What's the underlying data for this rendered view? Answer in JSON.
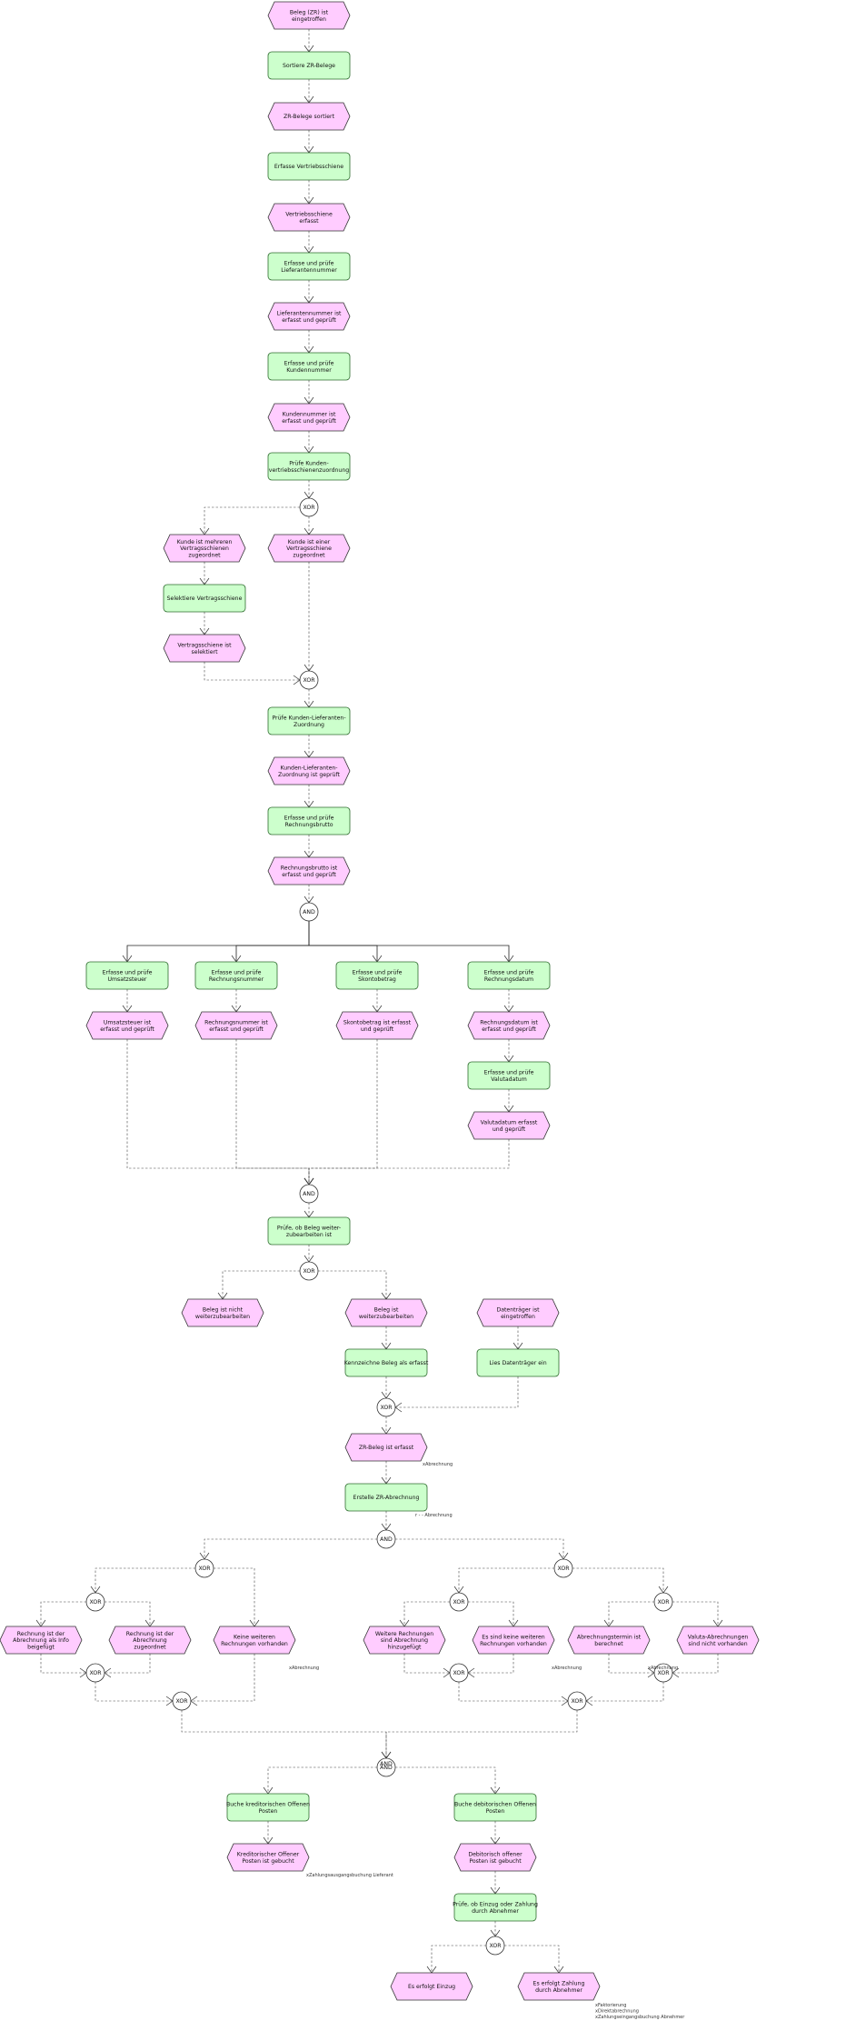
{
  "diagram": {
    "events": {
      "e_beleg": [
        "Beleg (ZR) ist",
        "eingetroffen"
      ],
      "e_sorted": [
        "ZR-Belege sortiert"
      ],
      "e_vs": [
        "Vertriebsschiene",
        "erfasst"
      ],
      "e_lief": [
        "Lieferantennummer ist",
        "erfasst und geprüft"
      ],
      "e_kunde": [
        "Kundennummer ist",
        "erfasst und geprüft"
      ],
      "e_mehr": [
        "Kunde ist mehreren",
        "Vertragsschienen",
        "zugeordnet"
      ],
      "e_einer": [
        "Kunde ist einer",
        "Vertragsschiene",
        "zugeordnet"
      ],
      "e_vsel": [
        "Vertragsschiene ist",
        "selektiert"
      ],
      "e_kl": [
        "Kunden-Lieferanten-",
        "Zuordnung ist geprüft"
      ],
      "e_brutto": [
        "Rechnungsbrutto ist",
        "erfasst und geprüft"
      ],
      "e_ust": [
        "Umsatzsteuer ist",
        "erfasst und geprüft"
      ],
      "e_rnr": [
        "Rechnungsnummer ist",
        "erfasst und geprüft"
      ],
      "e_skonto": [
        "Skontobetrag ist erfasst",
        "und geprüft"
      ],
      "e_rdat": [
        "Rechnungsdatum ist",
        "erfasst und geprüft"
      ],
      "e_valuta": [
        "Valutadatum erfasst",
        "und geprüft"
      ],
      "e_nicht": [
        "Beleg ist nicht",
        "weiterzubearbeiten"
      ],
      "e_weiter": [
        "Beleg ist",
        "weiterzubearbeiten"
      ],
      "e_daten": [
        "Datenträger ist",
        "eingetroffen"
      ],
      "e_zrerf": [
        "ZR-Beleg ist erfasst"
      ],
      "e_info": [
        "Rechnung ist der",
        "Abrechnung als Info",
        "beigefügt"
      ],
      "e_zug": [
        "Rechnung ist der",
        "Abrechnung",
        "zugeordnet"
      ],
      "e_keine": [
        "Keine weiteren",
        "Rechnungen vorhanden"
      ],
      "e_hinzu": [
        "Weitere Rechnungen",
        "sind Abrechnung",
        "hinzugefügt"
      ],
      "e_sind": [
        "Es sind keine weiteren",
        "Rechnungen vorhanden"
      ],
      "e_term": [
        "Abrechnungstermin ist",
        "berechnet"
      ],
      "e_valabr": [
        "Valuta-Abrechnungen",
        "sind nicht vorhanden"
      ],
      "e_kredg": [
        "Kreditorischer Offener",
        "Posten ist gebucht"
      ],
      "e_debg": [
        "Debitorisch offener",
        "Posten ist gebucht"
      ],
      "e_einzug": [
        "Es erfolgt Einzug"
      ],
      "e_zahl": [
        "Es erfolgt Zahlung",
        "durch Abnehmer"
      ]
    },
    "functions": {
      "f_sort": [
        "Sortiere ZR-Belege"
      ],
      "f_vs": [
        "Erfasse Vertriebsschiene"
      ],
      "f_lief": [
        "Erfasse und prüfe",
        "Lieferantennummer"
      ],
      "f_kunde": [
        "Erfasse und prüfe",
        "Kundennummer"
      ],
      "f_pruefvs": [
        "Prüfe Kunden-",
        "vertriebsschienenzuordnung"
      ],
      "f_selvs": [
        "Selektiere Vertragsschiene"
      ],
      "f_kl": [
        "Prüfe Kunden-Lieferanten-",
        "Zuordnung"
      ],
      "f_brutto": [
        "Erfasse und prüfe",
        "Rechnungsbrutto"
      ],
      "f_ust": [
        "Erfasse und prüfe",
        "Umsatzsteuer"
      ],
      "f_rnr": [
        "Erfasse und prüfe",
        "Rechnungsnummer"
      ],
      "f_skonto": [
        "Erfasse und prüfe",
        "Skontobetrag"
      ],
      "f_rdat": [
        "Erfasse und prüfe",
        "Rechnungsdatum"
      ],
      "f_valuta": [
        "Erfasse und prüfe",
        "Valutadatum"
      ],
      "f_weiter": [
        "Prüfe, ob Beleg weiter-",
        "zubearbeiten ist"
      ],
      "f_kennz": [
        "Kennzeichne Beleg als erfasst"
      ],
      "f_lies": [
        "Lies Datenträger ein"
      ],
      "f_zrabr": [
        "Erstelle ZR-Abrechnung"
      ],
      "f_kred": [
        "Buche kreditorischen Offenen",
        "Posten"
      ],
      "f_deb": [
        "Buche debitorischen Offenen",
        "Posten"
      ],
      "f_einzug": [
        "Prüfe, ob Einzug oder Zahlung",
        "durch Abnehmer"
      ]
    },
    "connectors": {
      "c_xor1": "XOR",
      "c_xor2": "XOR",
      "c_and1": "AND",
      "c_and2": "AND",
      "c_xor3": "XOR",
      "c_xor4": "XOR",
      "c_and3": "AND",
      "c_xl1": "XOR",
      "c_xl2": "XOR",
      "c_xl3": "XOR",
      "c_xl4": "XOR",
      "c_xr1": "XOR",
      "c_xr2": "XOR",
      "c_xr3": "XOR",
      "c_xr4": "XOR",
      "c_xr5": "XOR",
      "c_and4": "AND",
      "c_xor5": "XOR"
    },
    "notes": {
      "n_abr1": "xAbrechnung",
      "n_abr2": "r - - Abrechnung",
      "n_abr3": "xAbrechnung",
      "n_abr4": "xAbrechnung",
      "n_abr5": "xAbrechnung",
      "n_zahl": "xZahlungsausgangsbuchung Lieferant",
      "n_list": [
        "xFaktorierung",
        "xDirektabrechnung",
        "xZahlungseingangsbuchung Abnehmer"
      ]
    }
  }
}
